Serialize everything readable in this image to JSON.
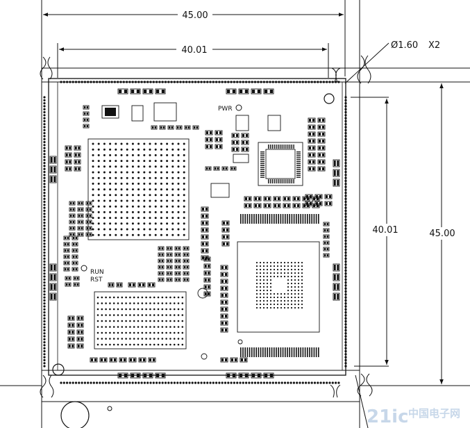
{
  "dimensions": {
    "top_outer_width": "45.00",
    "top_inner_width": "40.01",
    "right_inner_height": "40.01",
    "right_outer_height": "45.00",
    "hole_label": "Ø1.60",
    "hole_count_label": "X2"
  },
  "silkscreen": {
    "pwr_label": "PWR",
    "run_label": "RUN",
    "rst_label": "RST"
  },
  "watermark": {
    "text_latin": "21ic",
    "text_cn": "中国电子网"
  }
}
